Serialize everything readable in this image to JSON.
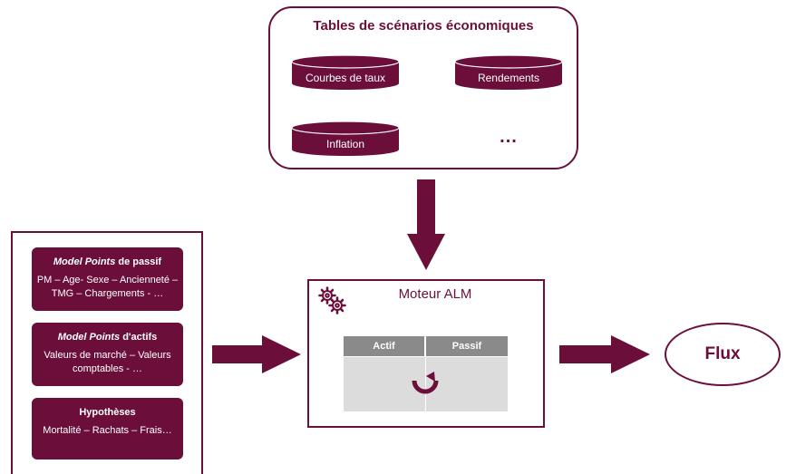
{
  "scenarios": {
    "title": "Tables de scénarios économiques",
    "items": [
      "Courbes de taux",
      "Rendements",
      "Inflation"
    ],
    "more": "..."
  },
  "inputs": {
    "passif": {
      "title_em": "Model Points",
      "title_rest": " de passif",
      "text": "PM – Age- Sexe – Ancienneté – TMG – Chargements - …"
    },
    "actifs": {
      "title_em": "Model Points",
      "title_rest": " d'actifs",
      "text": "Valeurs de marché – Valeurs comptables - …"
    },
    "hypotheses": {
      "title": "Hypothèses",
      "text": "Mortalité – Rachats – Frais…"
    }
  },
  "engine": {
    "title": "Moteur ALM",
    "columns": [
      "Actif",
      "Passif"
    ],
    "icon": "gears-icon",
    "cycle_icon": "refresh-icon"
  },
  "output": {
    "label": "Flux"
  },
  "colors": {
    "primary": "#6b0f3a",
    "table_header": "#8a8a8a",
    "table_body": "#dcdcdc"
  }
}
